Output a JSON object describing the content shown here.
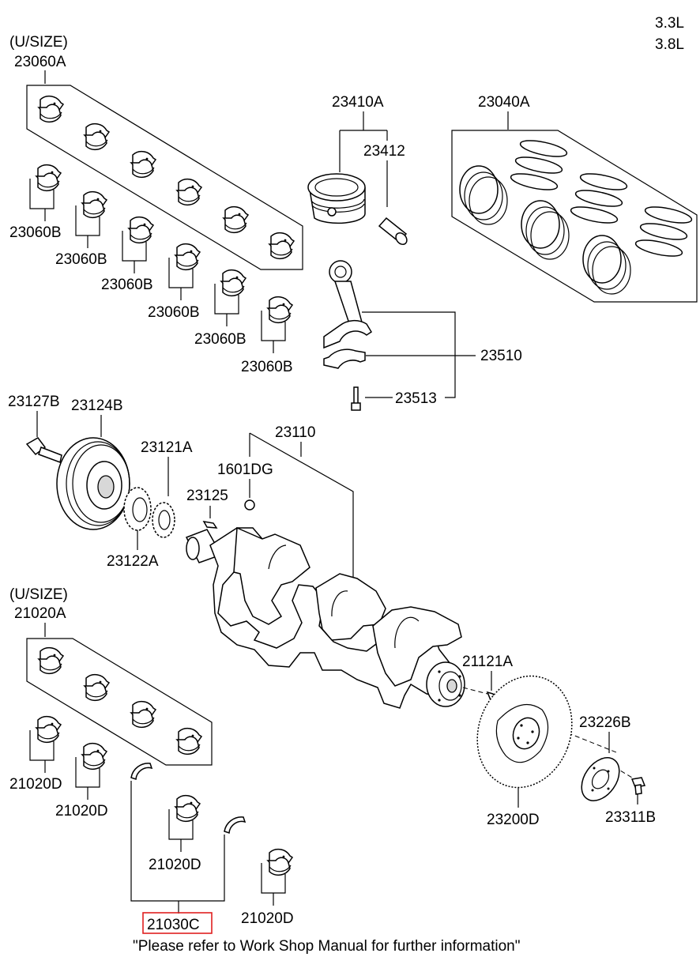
{
  "engine_variants": [
    "3.3L",
    "3.8L"
  ],
  "callouts": {
    "undersize_upper": "(U/SIZE)",
    "undersize_lower": "(U/SIZE)",
    "main_bearing_upper_set": "23060A",
    "main_bearing_upper_1": "23060B",
    "main_bearing_upper_2": "23060B",
    "main_bearing_upper_3": "23060B",
    "main_bearing_upper_4": "23060B",
    "main_bearing_upper_5": "23060B",
    "main_bearing_upper_6": "23060B",
    "piston_assembly": "23410A",
    "piston_pin": "23412",
    "piston_ring_set": "23040A",
    "connecting_rod": "23510",
    "rod_bolt": "23513",
    "pulley_bolt": "23127B",
    "damper_pulley": "23124B",
    "timing_sprocket": "23121A",
    "crankshaft": "23110",
    "plug": "1601DG",
    "key": "23125",
    "sprocket_plate": "23122A",
    "conrod_bearing_set": "21020A",
    "conrod_bearing_1": "21020D",
    "conrod_bearing_2": "21020D",
    "conrod_bearing_3": "21020D",
    "conrod_bearing_4": "21020D",
    "dowel_pin": "21121A",
    "adapter_plate": "23226B",
    "drive_plate": "23200D",
    "flywheel_bolt": "23311B",
    "thrust_washer": "21030C"
  },
  "highlight_color": "#e02020",
  "footer_note": "\"Please refer to Work Shop Manual for further information\""
}
